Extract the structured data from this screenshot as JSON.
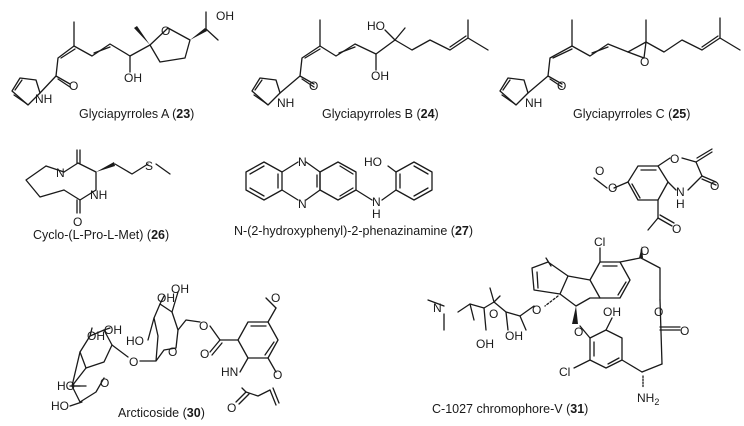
{
  "figure": {
    "type": "chemical-structures-panel",
    "compounds": [
      {
        "id": "23",
        "name": "Glyciapyrroles A",
        "label_prefix": "Glyciapyrroles A (",
        "number": "23",
        "label_suffix": ")",
        "atoms": [
          "O",
          "NH",
          "OH",
          "O",
          "OH"
        ]
      },
      {
        "id": "24",
        "name": "Glyciapyrroles B",
        "label_prefix": "Glyciapyrroles B (",
        "number": "24",
        "label_suffix": ")",
        "atoms": [
          "O",
          "NH",
          "HO",
          "OH"
        ]
      },
      {
        "id": "25",
        "name": "Glyciapyrroles C",
        "label_prefix": "Glyciapyrroles C (",
        "number": "25",
        "label_suffix": ")",
        "atoms": [
          "O",
          "NH",
          "O"
        ]
      },
      {
        "id": "26",
        "name": "Cyclo-(L-Pro-L-Met)",
        "label_prefix": "Cyclo-(L-Pro-L-Met) (",
        "number": "26",
        "label_suffix": ")",
        "atoms": [
          "O",
          "N",
          "NH",
          "O",
          "S"
        ]
      },
      {
        "id": "27",
        "name": "N-(2-hydroxyphenyl)-2-phenazinamine",
        "label_prefix": "N-(2-hydroxyphenyl)-2-phenazinamine (",
        "number": "27",
        "label_suffix": ")",
        "atoms": [
          "N",
          "N",
          "HO",
          "N",
          "H"
        ]
      },
      {
        "id": "30",
        "name": "Arcticoside",
        "label_prefix": "Arcticoside (",
        "number": "30",
        "label_suffix": ")",
        "atoms": [
          "OH",
          "OH",
          "HO",
          "HO",
          "O",
          "O",
          "OH",
          "OH",
          "HO",
          "O",
          "O",
          "O",
          "HN",
          "O",
          "O",
          "O"
        ]
      },
      {
        "id": "31",
        "name": "C-1027 chromophore-V",
        "label_prefix": "C-1027 chromophore-V (",
        "number": "31",
        "label_suffix": ")",
        "atoms": [
          "O",
          "O",
          "N",
          "H",
          "O",
          "Cl",
          "O",
          "O",
          "O",
          "N",
          "O",
          "OH",
          "OH",
          "O",
          "OH",
          "O",
          "Cl",
          "NH2"
        ]
      }
    ]
  }
}
